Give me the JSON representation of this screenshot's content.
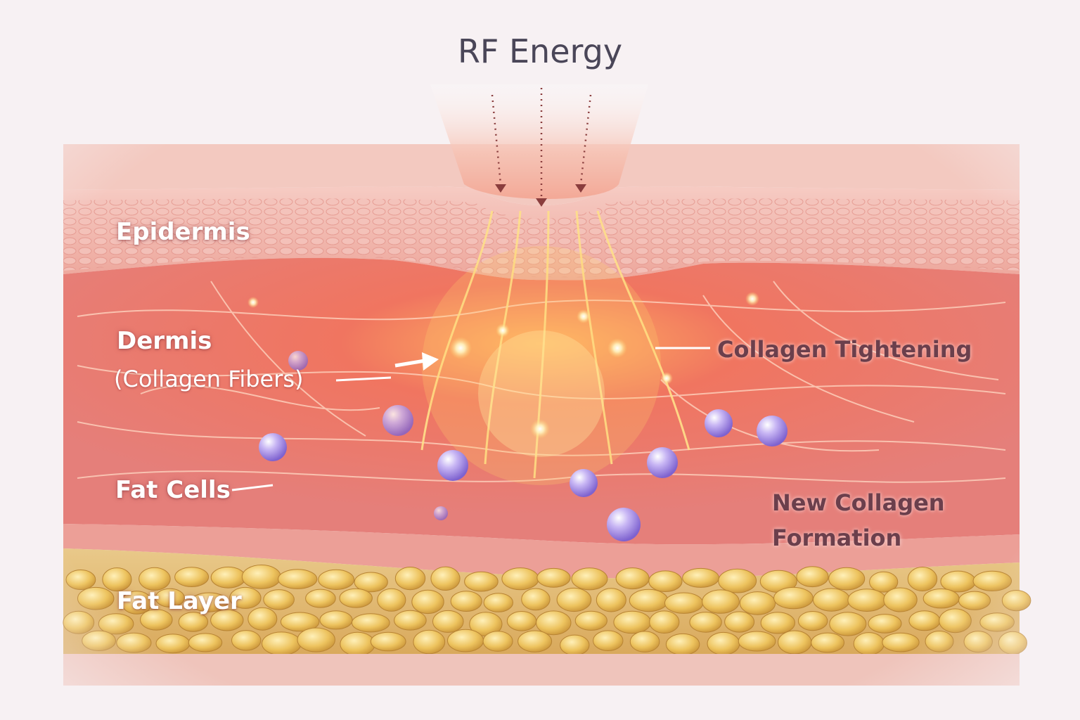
{
  "title": "RF Energy",
  "labels": {
    "epidermis": "Epidermis",
    "dermis": "Dermis",
    "dermis_sub": "(Collagen Fibers)",
    "fat_cells": "Fat Cells",
    "fat_layer": "Fat Layer",
    "collagen_tightening": "Collagen Tightening",
    "new_collagen_line1": "New Collagen",
    "new_collagen_line2": "Formation"
  },
  "colors": {
    "background": "#f7f1f3",
    "epidermis": "#f0b8b0",
    "dermis": "#e9706a",
    "energy_glow": "#ffd070",
    "fat": "#e8c060",
    "fat_cell_bubble": "#a58fe0",
    "title_text": "#4a4658",
    "callout_text": "#6b3f4c"
  }
}
